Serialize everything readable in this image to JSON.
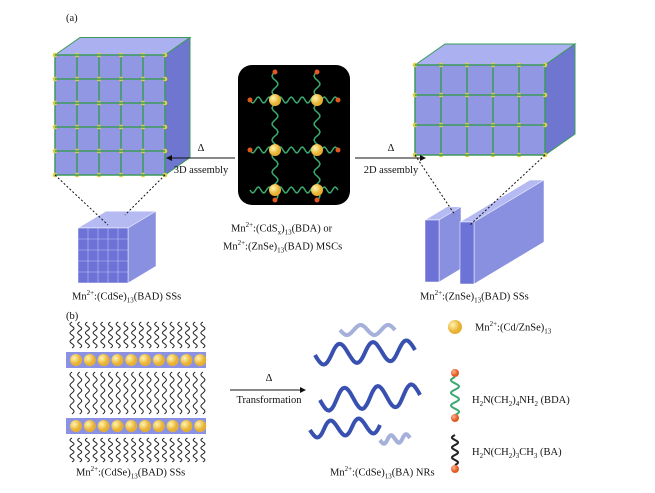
{
  "panel_a": {
    "label": "(a)",
    "left_arrow": {
      "delta": "Δ",
      "text": "3D assembly"
    },
    "right_arrow": {
      "delta": "Δ",
      "text": "2D assembly"
    },
    "center_caption": {
      "l1": [
        "Mn",
        "2+",
        ":(CdS",
        "x",
        ")",
        "13",
        "(BDA) or"
      ],
      "l2": [
        "Mn",
        "2+",
        ":(ZnSe)",
        "13",
        "(BAD) MSCs"
      ]
    },
    "left_caption": [
      "Mn",
      "2+",
      ":(CdSe)",
      "13",
      "(BAD) SSs"
    ],
    "right_caption": [
      "Mn",
      "2+",
      ":(ZnSe)",
      "13",
      "(BAD) SSs"
    ]
  },
  "panel_b": {
    "label": "(b)",
    "arrow": {
      "delta": "Δ",
      "text": "Transformation"
    },
    "left_caption": [
      "Mn",
      "2+",
      ":(CdSe)",
      "13",
      "(BAD) SSs"
    ],
    "right_caption": [
      "Mn",
      "2+",
      ":(CdSe)",
      "13",
      "(BA) NRs"
    ],
    "legend": [
      {
        "parts": [
          "Mn",
          "2+",
          ":(Cd/ZnSe)",
          "13"
        ]
      },
      {
        "parts": [
          "H",
          "2",
          "N(CH",
          "2",
          ")",
          "4",
          "NH",
          "2",
          " (BDA)"
        ]
      },
      {
        "parts": [
          "H",
          "2",
          "N(CH",
          "2",
          ")",
          "3",
          "CH",
          "3",
          " (BA)"
        ]
      }
    ]
  },
  "colors": {
    "cube": "#7f86e0",
    "frame": "#3a9a5a",
    "node": "#e0d040",
    "sphere": "#e8b030",
    "end": "#e05a20",
    "bda": "#3aaa70",
    "ba": "#222222",
    "nr": "#3850b0"
  }
}
